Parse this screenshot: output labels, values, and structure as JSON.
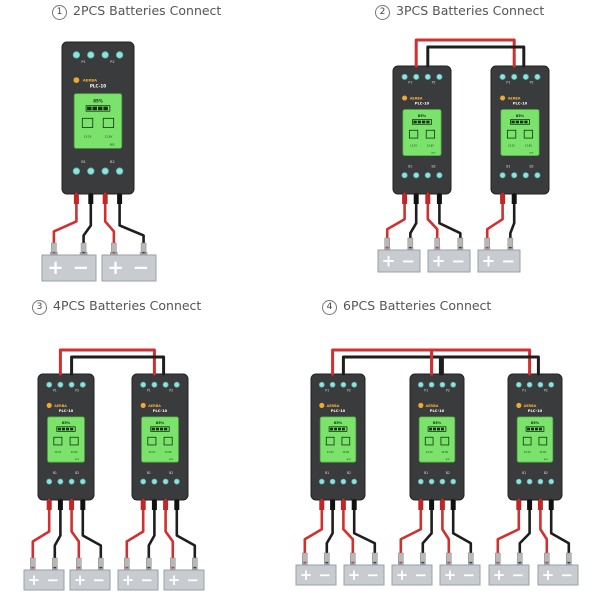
{
  "sections": [
    {
      "number": "1",
      "title": "2PCS Batteries Connect",
      "batteries": 2,
      "controllers": 1
    },
    {
      "number": "2",
      "title": "3PCS Batteries Connect",
      "batteries": 3,
      "controllers": 2
    },
    {
      "number": "3",
      "title": "4PCS Batteries Connect",
      "batteries": 4,
      "controllers": 2
    },
    {
      "number": "4",
      "title": "6PCS Batteries Connect",
      "batteries": 6,
      "controllers": 3
    }
  ],
  "device": {
    "brand": "AERBA",
    "model": "PLC-10",
    "charge_percent": "85%",
    "volt_a": "13.2V",
    "volt_b": "12.8V",
    "mode": "BOX",
    "port_p1": "P1",
    "port_p2": "P2",
    "port_b1": "B1",
    "port_b2": "B2"
  },
  "battery": {
    "plus": "+",
    "minus": "−"
  },
  "colors": {
    "device_body": "#3a3b3d",
    "screen": "#7be36b",
    "terminal": "#8fe3de",
    "red_wire": "#d0302f",
    "black_wire": "#1e1e1e",
    "battery_body": "#c8ccd0"
  }
}
